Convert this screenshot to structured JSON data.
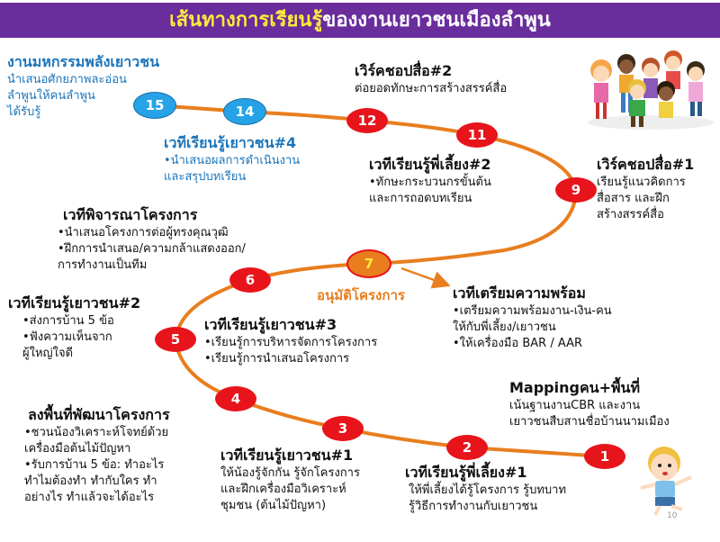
{
  "title": {
    "highlight": "เส้นทางการเรียนรู้",
    "rest": "ของงานเยาวชนเมืองลำพูน"
  },
  "colors": {
    "title_bg": "#6a2d9c",
    "title_highlight": "#ffeb3b",
    "path": "#e87e1e",
    "node_red": "#e8141b",
    "node_blue": "#26a3e6",
    "blue_text": "#1b75bb"
  },
  "nodes": [
    {
      "label": "15"
    },
    {
      "label": "14"
    },
    {
      "label": "12"
    },
    {
      "label": "11"
    },
    {
      "label": "9"
    },
    {
      "label": "7"
    },
    {
      "label": "6"
    },
    {
      "label": "5"
    },
    {
      "label": "4"
    },
    {
      "label": "3"
    },
    {
      "label": "2"
    },
    {
      "label": "1"
    }
  ],
  "approve_label": "อนุมัติโครงการ",
  "blocks": {
    "festival": {
      "heading": "งานมหกรรมพลังเยาวชน",
      "lines": [
        "นำเสนอศักยภาพละอ่อน",
        "ลำพูนให้คนลำพูน",
        "ได้รับรู้"
      ]
    },
    "youth4": {
      "heading": "เวทีเรียนรู้เยาวชน#4",
      "lines": [
        "•นำเสนอผลการดำเนินงาน",
        "และสรุปบทเรียน"
      ]
    },
    "workshop2": {
      "heading": "เวิร์คชอปสื่อ#2",
      "lines": [
        "ต่อยอดทักษะการสร้างสรรค์สื่อ"
      ]
    },
    "mentor2": {
      "heading": "เวทีเรียนรู้พี่เลี้ยง#2",
      "lines": [
        "•ทักษะกระบวนกรขั้นต้น",
        "และการถอดบทเรียน"
      ]
    },
    "workshop1": {
      "heading": "เวิร์คชอปสื่อ#1",
      "lines": [
        "เรียนรู้แนวคิดการ",
        "สื่อสาร และฝึก",
        "สร้างสรรค์สื่อ"
      ]
    },
    "review": {
      "heading": "เวทีพิจารณาโครงการ",
      "lines": [
        "•นำเสนอโครงการต่อผู้ทรงคุณวุฒิ",
        "•ฝึกการนำเสนอ/ความกล้าแสดงออก/",
        "การทำงานเป็นทีม"
      ]
    },
    "prepare": {
      "heading": "เวทีเตรียมความพร้อม",
      "lines": [
        "•เตรียมความพร้อมงาน-เงิน-คน",
        "ให้กับพี่เลี้ยง/เยาวชน",
        "•ให้เครื่องมือ BAR / AAR"
      ]
    },
    "youth2": {
      "heading": "เวทีเรียนรู้เยาวชน#2",
      "lines": [
        "•ส่งการบ้าน 5 ข้อ",
        "•ฟังความเห็นจาก",
        "ผู้ใหญ่ใจดี"
      ]
    },
    "youth3": {
      "heading": "เวทีเรียนรู้เยาวชน#3",
      "lines": [
        "•เรียนรู้การบริหารจัดการโครงการ",
        "•เรียนรู้การนำเสนอโครงการ"
      ]
    },
    "mapping": {
      "heading": "Mappingคน+พื้นที่",
      "lines": [
        "เน้นฐานงานCBR และงาน",
        "เยาวชนสืบสานชื่อบ้านนามเมือง"
      ]
    },
    "field": {
      "heading": "ลงพื้นที่พัฒนาโครงการ",
      "lines": [
        "•ชวนน้องวิเคราะห์โจทย์ด้วย",
        "เครื่องมือต้นไม้ปัญหา",
        "•รับการบ้าน 5 ข้อ: ทำอะไร",
        "ทำไมต้องทำ ทำกับใคร ทำ",
        "อย่างไร ทำแล้วจะได้อะไร"
      ]
    },
    "youth1": {
      "heading": "เวทีเรียนรู้เยาวชน#1",
      "lines": [
        "ให้น้องรู้จักกัน รู้จักโครงการ",
        "และฝึกเครื่องมือวิเคราะห์",
        "ชุมชน (ต้นไม้ปัญหา)"
      ]
    },
    "mentor1": {
      "heading": "เวทีเรียนรู้พี่เลี้ยง#1",
      "lines": [
        "ให้พี่เลี้ยงได้รู้โครงการ รู้บทบาท",
        "รู้วิธีการทำงานกับเยาวชน"
      ]
    }
  },
  "page_number": "10"
}
